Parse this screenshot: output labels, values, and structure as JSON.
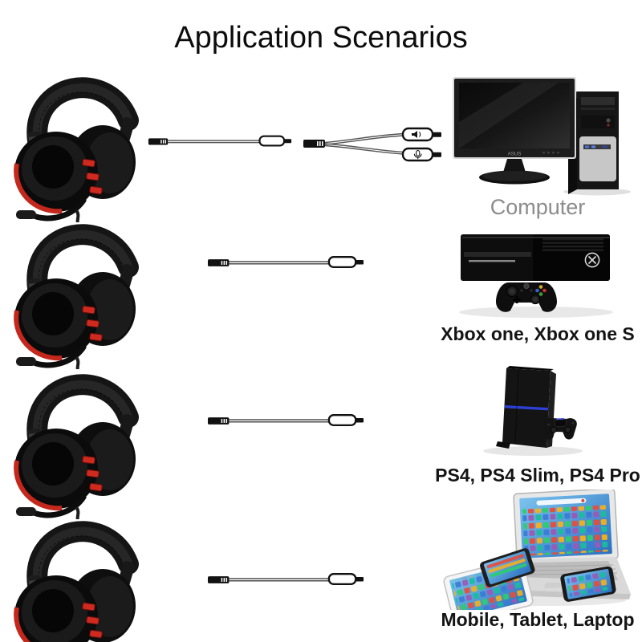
{
  "title": "Application Scenarios",
  "monitor_brand": "ASUS",
  "rows": [
    {
      "label": "Computer",
      "label_color": "#8c8c8c",
      "headset_icon": "gaming-headset",
      "cable_icon": "audio-cable-and-mic-splitter",
      "device_icon": "desktop-computer"
    },
    {
      "label": "Xbox one, Xbox one S",
      "label_color": "#141414",
      "headset_icon": "gaming-headset",
      "cable_icon": "audio-cable",
      "device_icon": "xbox-one-console-with-controller"
    },
    {
      "label": "PS4, PS4 Slim, PS4 Pro",
      "label_color": "#141414",
      "headset_icon": "gaming-headset",
      "cable_icon": "audio-cable",
      "device_icon": "ps4-console-with-controller"
    },
    {
      "label": "Mobile, Tablet, Laptop",
      "label_color": "#141414",
      "headset_icon": "gaming-headset",
      "cable_icon": "audio-cable",
      "device_icon": "laptop-tablet-smartphones"
    }
  ],
  "splitter": {
    "top_plug_icon": "speaker-icon",
    "bottom_plug_icon": "microphone-icon"
  },
  "colors": {
    "background": "#ffffff",
    "accent_red": "#c4271c",
    "ps4_light_bar_blue": "#2c3fd6",
    "label_gray": "#8c8c8c",
    "text_black": "#141414"
  }
}
